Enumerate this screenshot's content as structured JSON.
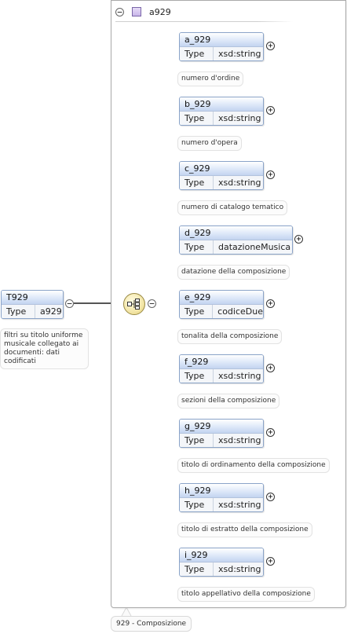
{
  "container": {
    "name": "a929"
  },
  "root": {
    "name": "T929",
    "type_key": "Type",
    "type_value": "a929",
    "doc": "filtri su titolo uniforme musicale collegato ai documenti: dati codificati"
  },
  "elements": [
    {
      "name": "a_929",
      "type_key": "Type",
      "type_value": "xsd:string",
      "doc": "numero d'ordine"
    },
    {
      "name": "b_929",
      "type_key": "Type",
      "type_value": "xsd:string",
      "doc": "numero d'opera"
    },
    {
      "name": "c_929",
      "type_key": "Type",
      "type_value": "xsd:string",
      "doc": "numero di catalogo tematico"
    },
    {
      "name": "d_929",
      "type_key": "Type",
      "type_value": "datazioneMusica",
      "doc": "datazione della composizione"
    },
    {
      "name": "e_929",
      "type_key": "Type",
      "type_value": "codiceDue",
      "doc": "tonalita della composizione"
    },
    {
      "name": "f_929",
      "type_key": "Type",
      "type_value": "xsd:string",
      "doc": "sezioni della composizione"
    },
    {
      "name": "g_929",
      "type_key": "Type",
      "type_value": "xsd:string",
      "doc": "titolo di ordinamento della composizione"
    },
    {
      "name": "h_929",
      "type_key": "Type",
      "type_value": "xsd:string",
      "doc": "titolo di estratto della composizione"
    },
    {
      "name": "i_929",
      "type_key": "Type",
      "type_value": "xsd:string",
      "doc": "titolo appellativo della composizione"
    }
  ],
  "caption": "929 - Composizione",
  "icons": {
    "collapse": "minus-circle-icon",
    "expand": "plus-circle-icon",
    "sequence": "sequence-compositor-icon"
  }
}
